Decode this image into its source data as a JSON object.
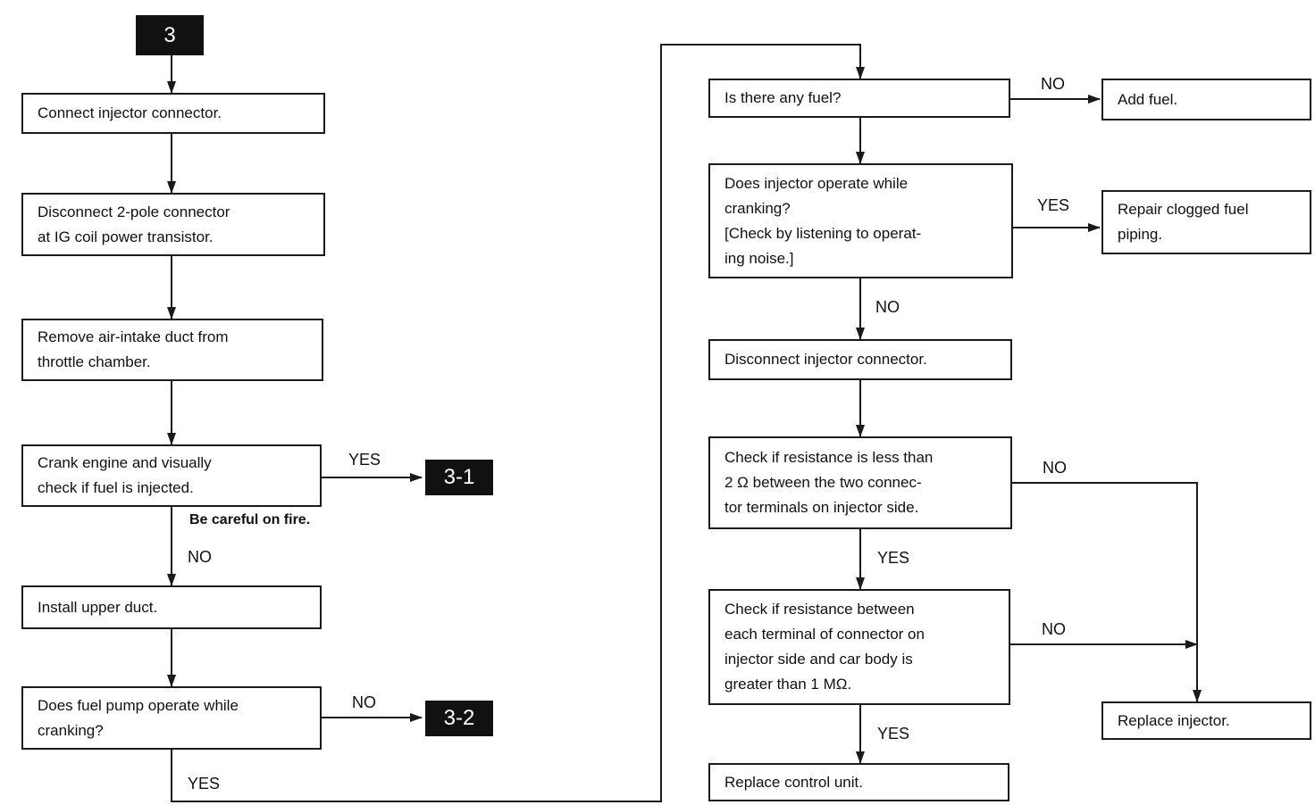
{
  "tags": {
    "t3": "3",
    "t3_1": "3-1",
    "t3_2": "3-2"
  },
  "steps": {
    "connect_injector": "Connect injector connector.",
    "disconnect_2pole": "Disconnect 2-pole connector\nat IG coil power transistor.",
    "remove_duct": "Remove air-intake duct from\nthrottle chamber.",
    "crank_check": "Crank engine and visually\ncheck if fuel is injected.",
    "install_duct": "Install upper duct.",
    "fuel_pump": "Does fuel pump operate while\ncranking?",
    "any_fuel": "Is there any fuel?",
    "add_fuel": "Add fuel.",
    "injector_operate": "Does injector operate while\ncranking?\n[Check by listening to operat-\ning noise.]",
    "repair_piping": "Repair clogged fuel\npiping.",
    "disconnect_injector": "Disconnect injector connector.",
    "check_resistance_2": "Check if resistance is less than\n2 Ω between the two connec-\ntor terminals on injector side.",
    "check_resistance_body": "Check if resistance between\neach terminal of connector on\ninjector side and car body is\ngreater than 1 MΩ.",
    "replace_control_unit": "Replace control unit.",
    "replace_injector": "Replace injector."
  },
  "note_fire": "Be careful on fire.",
  "labels": {
    "crank_yes": "YES",
    "crank_no": "NO",
    "pump_no": "NO",
    "pump_yes": "YES",
    "fuel_no": "NO",
    "injector_yes": "YES",
    "injector_no": "NO",
    "res2_no": "NO",
    "res2_yes": "YES",
    "resbody_no": "NO",
    "resbody_yes": "YES"
  }
}
